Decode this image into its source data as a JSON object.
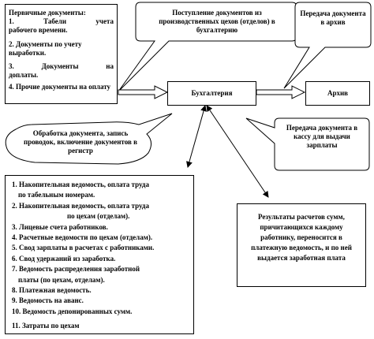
{
  "primary_docs": {
    "title": "Первичные документы:",
    "item1_num": "1.",
    "item1_a": "Табели",
    "item1_b": "учета",
    "item1_c": "рабочего времени.",
    "item2": "2. Документы по учету выработки.",
    "item3_num": "3.",
    "item3_a": "Документы",
    "item3_b": "на",
    "item3_c": "доплаты.",
    "item4": "4. Прочие документы на оплату"
  },
  "callout_receipt": {
    "text": "Поступление документов из производственных цехов (отделов) в бухгалтерию"
  },
  "callout_transfer_archive": {
    "text": "Передача документа в архив"
  },
  "accounting": {
    "label": "Бухгалтерия"
  },
  "archive": {
    "label": "Архив"
  },
  "callout_processing": {
    "text": "Обработка документа, запись проводок, включение документов в регистр"
  },
  "callout_transfer_cash": {
    "text": "Передача документа в кассу для выдачи зарплаты"
  },
  "registers": {
    "items": [
      "1. Накопительная ведомость, оплата труда",
      "по табельным номерам.",
      "2. Накопительная ведомость, оплата труда",
      "по цехам (отделам).",
      "3. Лицевые счета работников.",
      "4. Расчетные ведомости по цехам (отделам).",
      "5. Свод зарплаты в расчетах с работниками.",
      "6. Свод удержаний из заработка.",
      "7. Ведомость распределения заработной",
      "платы (по цехам, отделам).",
      "8. Платежная ведомость.",
      "9. Ведомость на аванс.",
      "10. Ведомость депонированных сумм.",
      "11. Затраты по цехам"
    ]
  },
  "results": {
    "text": "Результаты расчетов сумм, причитающихся каждому работнику, переносится в платежную ведомость, и по ней выдается заработная плата"
  }
}
